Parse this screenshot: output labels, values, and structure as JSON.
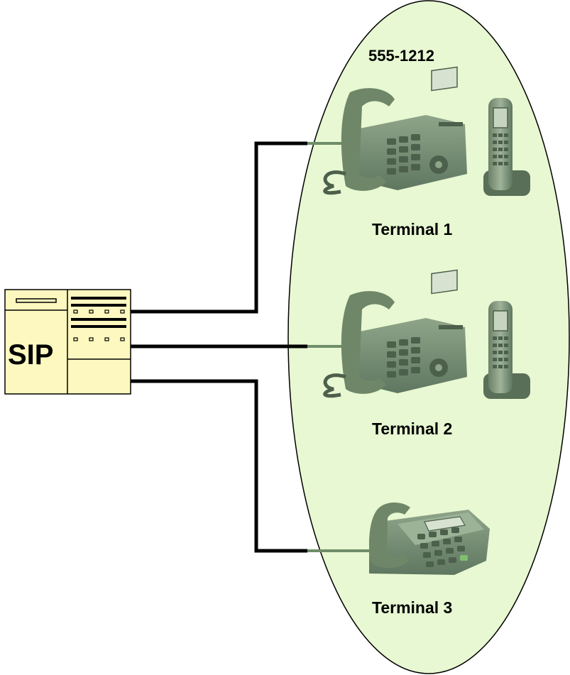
{
  "group": {
    "number": "555-1212",
    "fill_color": "#e7f8d2"
  },
  "server": {
    "label": "SIP",
    "fill_color": "#fdf8bf"
  },
  "terminals": [
    {
      "label": "Terminal 1",
      "devices": [
        "desk-phone",
        "cordless-handset"
      ]
    },
    {
      "label": "Terminal 2",
      "devices": [
        "desk-phone",
        "cordless-handset"
      ]
    },
    {
      "label": "Terminal 3",
      "devices": [
        "desk-phone"
      ]
    }
  ]
}
